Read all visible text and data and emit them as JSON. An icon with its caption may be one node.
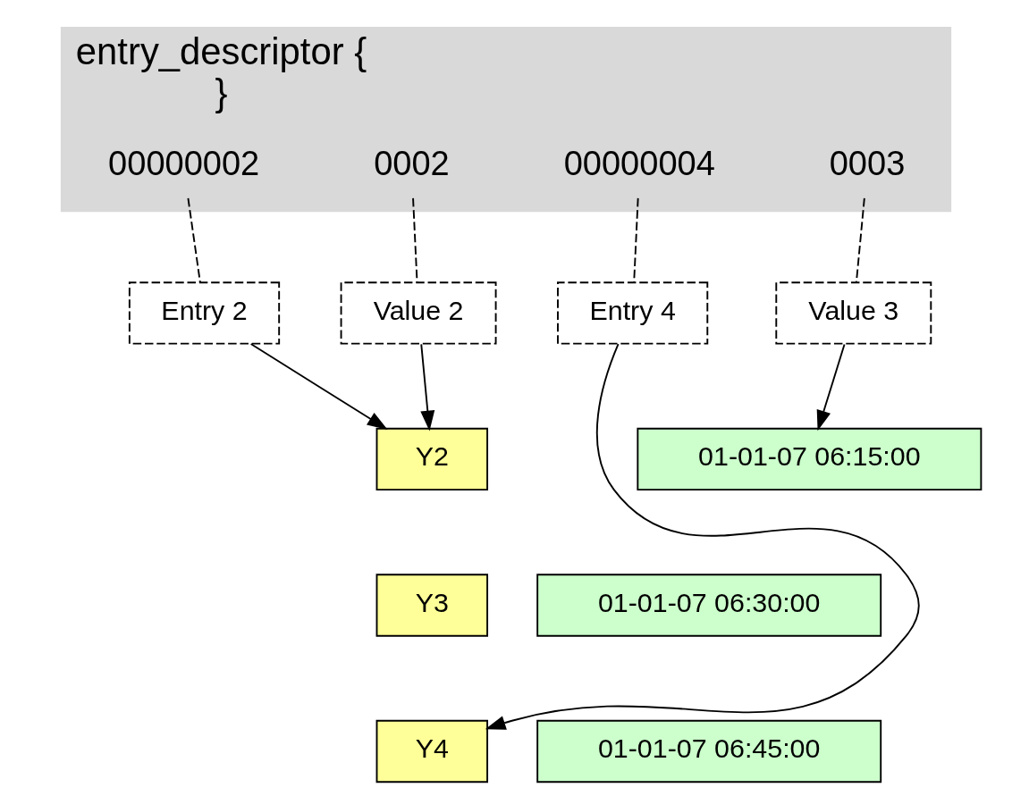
{
  "diagram": {
    "nodes": [
      {
        "text": [
          "entry_descriptor {",
          "}"
        ]
      },
      {
        "text": [
          "00000002"
        ],
        "in": 0
      },
      {
        "text": [
          "00000004"
        ],
        "in": 0
      },
      {
        "text": [
          "0002"
        ],
        "in": 0
      },
      {
        "text": [
          "0003"
        ],
        "in": 0
      },
      {
        "text": [
          "Entry 2"
        ]
      },
      {
        "text": [
          "Entry 4"
        ]
      },
      {
        "text": [
          "Value 2"
        ]
      },
      {
        "text": [
          "Value 3"
        ]
      },
      {
        "text": [
          "Y2"
        ]
      },
      {
        "text": [
          "01-01-07 06:15:00"
        ]
      },
      {
        "text": [
          "Y3"
        ]
      },
      {
        "text": [
          "01-01-07 06:30:00"
        ]
      },
      {
        "text": [
          "Y4"
        ]
      },
      {
        "text": [
          "01-01-07 06:45:00"
        ]
      }
    ],
    "edges": [
      {
        "from": 1,
        "to": 5,
        "arrow": "none",
        "style": "dashed"
      },
      {
        "from": 2,
        "to": 6,
        "arrow": "none",
        "style": "dashed"
      },
      {
        "from": 3,
        "to": 7,
        "arrow": "none",
        "style": "dashed"
      },
      {
        "from": 4,
        "to": 8,
        "arrow": "none",
        "style": "dashed"
      },
      {
        "from": 5,
        "to": 9,
        "arrow": "to"
      },
      {
        "from": 6,
        "to": 13,
        "arrow": "to"
      },
      {
        "from": 7,
        "to": 9,
        "arrow": "to"
      },
      {
        "from": 8,
        "to": 10,
        "arrow": "to"
      }
    ]
  }
}
